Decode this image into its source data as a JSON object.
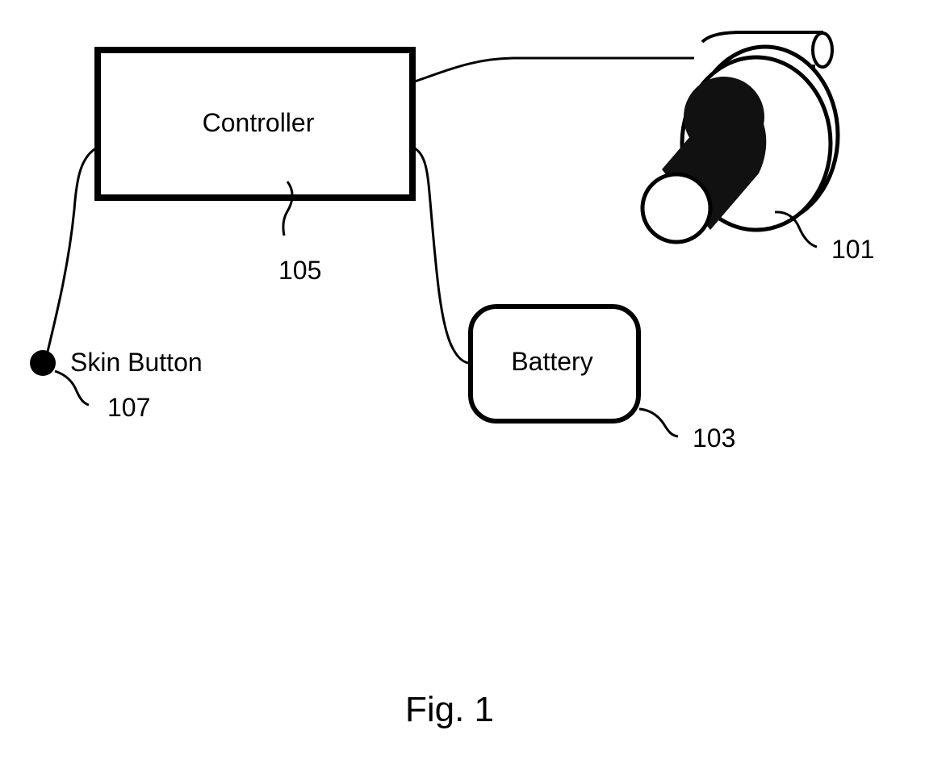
{
  "figure": {
    "caption": "Fig. 1",
    "components": {
      "controller": {
        "label": "Controller",
        "ref": "105"
      },
      "pump": {
        "label": "",
        "ref": "101"
      },
      "battery": {
        "label": "Battery",
        "ref": "103"
      },
      "skin_button": {
        "label": "Skin Button",
        "ref": "107"
      }
    },
    "colors": {
      "ink": "#000000",
      "paper": "#ffffff"
    }
  }
}
